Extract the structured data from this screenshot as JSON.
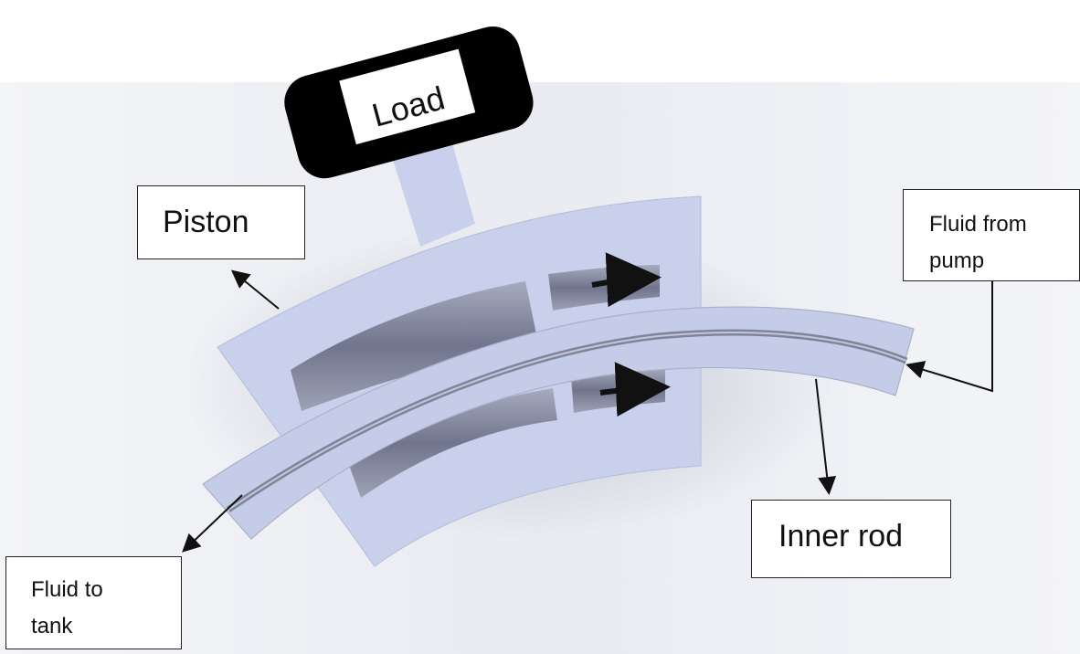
{
  "labels": {
    "load": "Load",
    "piston": "Piston",
    "fluid_from_pump_line1": "Fluid from",
    "fluid_from_pump_line2": "pump",
    "inner_rod": "Inner rod",
    "fluid_to_tank_line1": "Fluid to",
    "fluid_to_tank_line2": "tank"
  },
  "colors": {
    "body_fill": "#c9d0ec",
    "cavity_fill": "#8a8fa6",
    "load_block": "#000000",
    "arrow": "#111111"
  }
}
